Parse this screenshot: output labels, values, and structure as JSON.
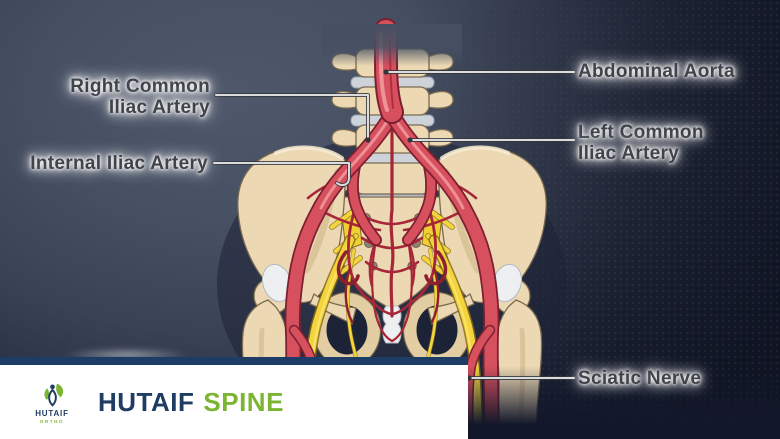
{
  "labels": {
    "right_common_iliac": {
      "line1": "Right Common",
      "line2": "Iliac Artery"
    },
    "internal_iliac": {
      "text": "Internal Iliac Artery"
    },
    "abdominal_aorta": {
      "text": "Abdominal Aorta"
    },
    "left_common_iliac": {
      "line1": "Left Common",
      "line2": "Iliac Artery"
    },
    "sciatic_nerve": {
      "text": "Sciatic Nerve"
    }
  },
  "footer": {
    "brand": {
      "primary": "HUTAIF",
      "secondary": "SPINE"
    },
    "logo": {
      "name": "HUTAIF",
      "subtitle": "ORTHO"
    }
  },
  "illustration": {
    "subject": "Anterior view of pelvis with lumbar spine, abdominal aorta bifurcating into common iliac arteries, internal iliac branches, sacral plexus and sciatic nerves"
  },
  "colors": {
    "background_light": "#4f586b",
    "background_dark": "#1a2033",
    "bone": "#ecd9b4",
    "artery_red": "#d6505e",
    "artery_dark_red": "#7d1f31",
    "nerve_yellow": "#f3d43c",
    "disc_gray": "#ced3da",
    "label_text": "#40444a",
    "label_glow": "#ffffff",
    "leader_line": "#dcdcdd",
    "footer_bar_navy": "#1d3c66",
    "footer_background": "#ffffff",
    "brand_navy": "#1f3d63",
    "brand_green": "#7cb534"
  }
}
